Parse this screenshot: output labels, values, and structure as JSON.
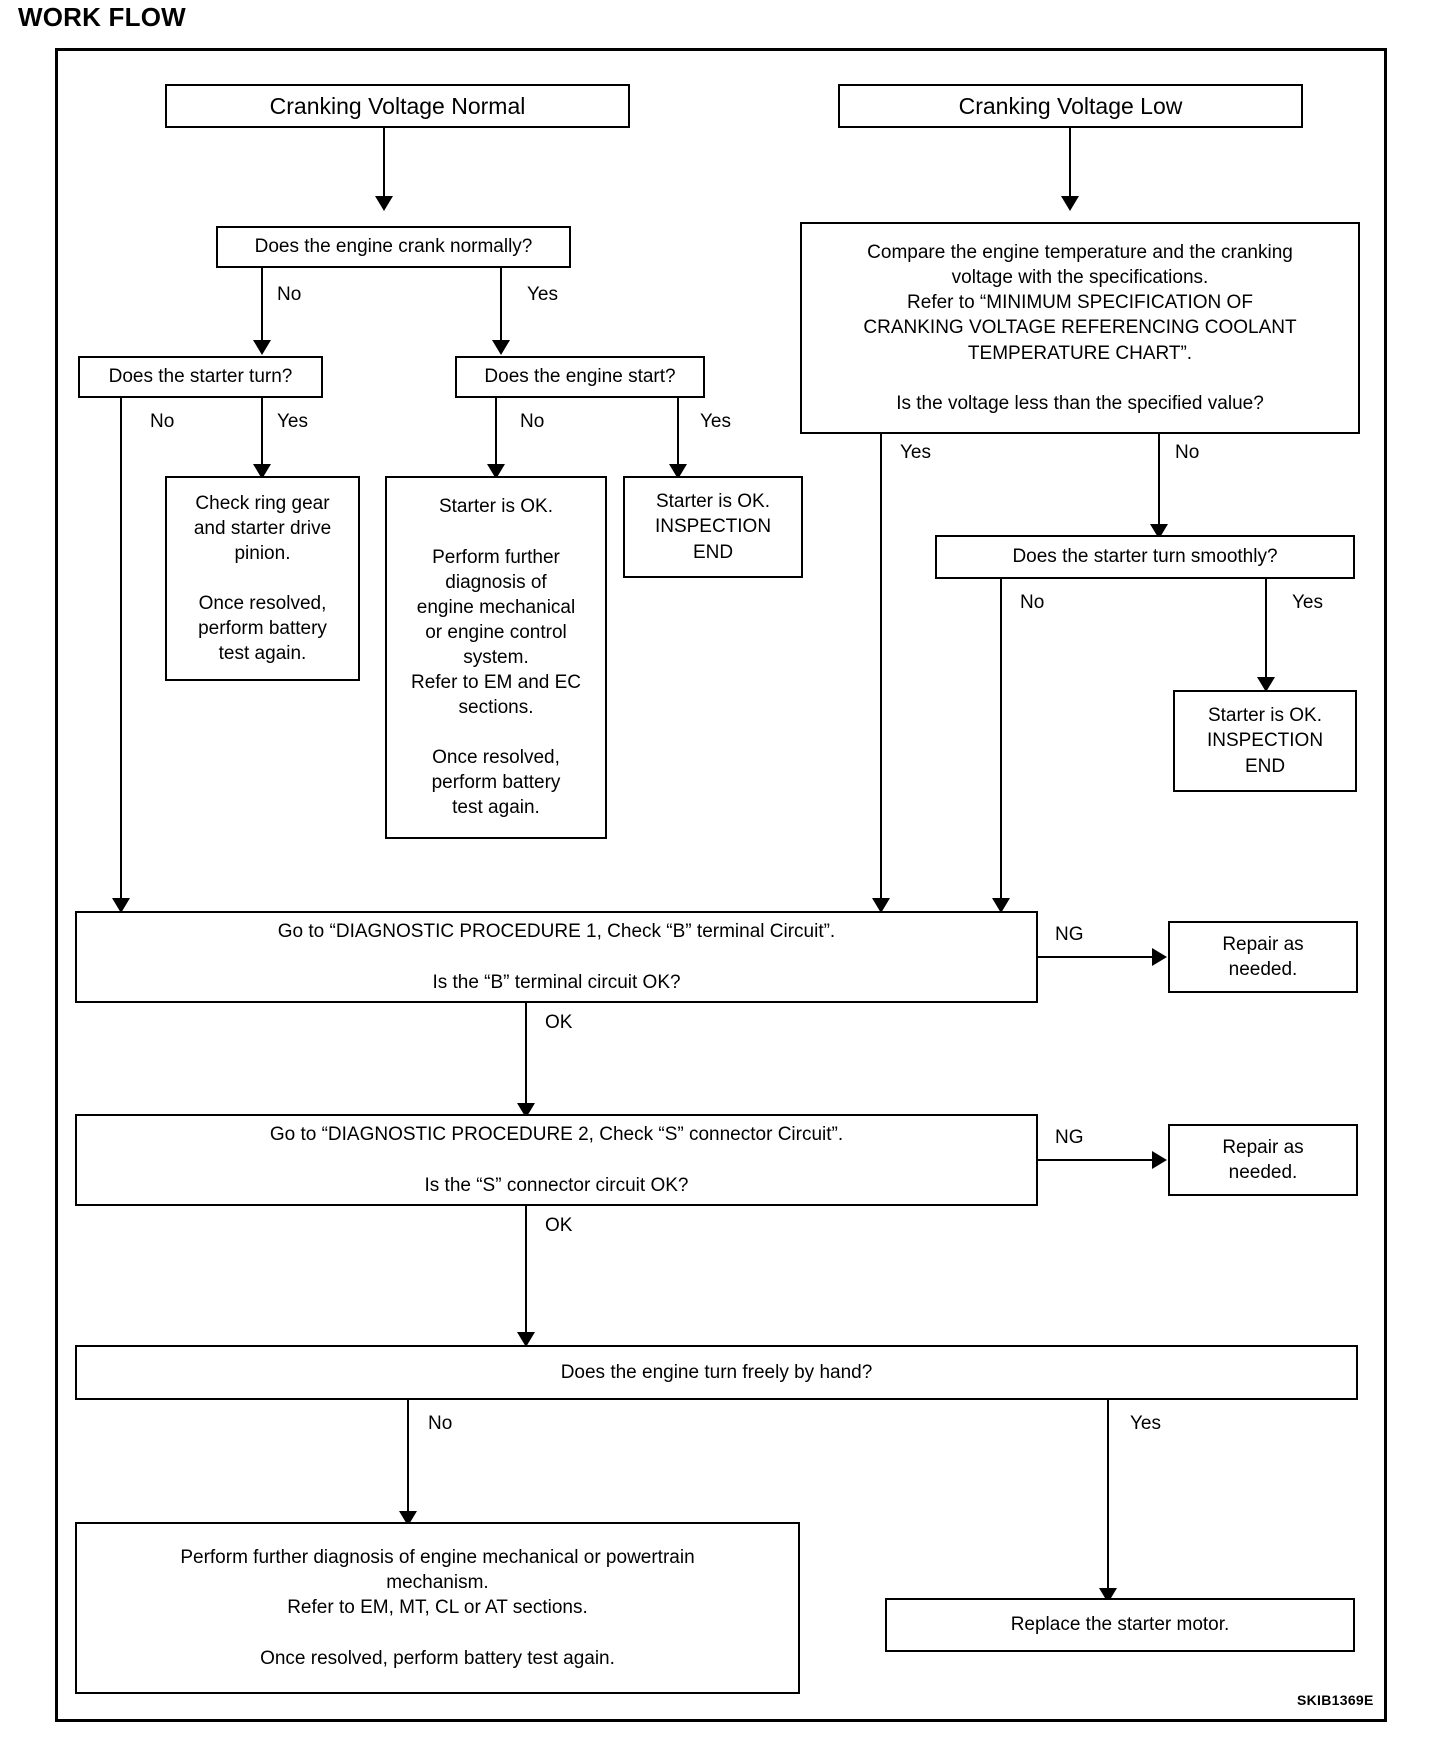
{
  "page": {
    "heading": "WORK FLOW",
    "figure_code": "SKIB1369E"
  },
  "flowchart": {
    "type": "flowchart",
    "nodes": {
      "cranking_voltage_normal": "Cranking Voltage Normal",
      "cranking_voltage_low": "Cranking Voltage Low",
      "engine_crank_normally": "Does the engine crank normally?",
      "compare_temp_voltage": "Compare the engine temperature and the cranking\nvoltage with the specifications.\nRefer to “MINIMUM SPECIFICATION OF\nCRANKING VOLTAGE REFERENCING COOLANT\nTEMPERATURE CHART”.\n\nIs the voltage less than the specified value?",
      "starter_turn": "Does the starter turn?",
      "engine_start": "Does the engine start?",
      "check_ring_gear": "Check ring gear\nand starter drive\npinion.\n\nOnce resolved,\nperform battery\ntest again.",
      "starter_ok_diagnose": "Starter is OK.\n\nPerform further\ndiagnosis of\nengine mechanical\nor engine control\nsystem.\nRefer to EM and EC\nsections.\n\nOnce resolved,\nperform battery\ntest again.",
      "starter_ok_inspection_end_left": "Starter is OK.\nINSPECTION\nEND",
      "starter_turn_smoothly": "Does the starter turn smoothly?",
      "starter_ok_inspection_end_right": "Starter is OK.\nINSPECTION\nEND",
      "diagnostic_procedure_1": "Go to “DIAGNOSTIC PROCEDURE 1, Check “B” terminal Circuit”.\n\nIs the “B” terminal circuit OK?",
      "repair_as_needed_1": "Repair as\nneeded.",
      "diagnostic_procedure_2": "Go to “DIAGNOSTIC PROCEDURE 2, Check “S” connector Circuit”.\n\nIs the “S” connector circuit OK?",
      "repair_as_needed_2": "Repair as\nneeded.",
      "engine_turn_freely": "Does the engine turn freely by hand?",
      "perform_further_diagnosis": "Perform further diagnosis of engine mechanical or powertrain\nmechanism.\nRefer to EM, MT, CL or AT sections.\n\nOnce resolved, perform battery test again.",
      "replace_starter_motor": "Replace the starter motor."
    },
    "edge_labels": {
      "crank_no": "No",
      "crank_yes": "Yes",
      "starter_turn_no": "No",
      "starter_turn_yes": "Yes",
      "engine_start_no": "No",
      "engine_start_yes": "Yes",
      "voltage_yes": "Yes",
      "voltage_no": "No",
      "smoothly_no": "No",
      "smoothly_yes": "Yes",
      "proc1_ng": "NG",
      "proc1_ok": "OK",
      "proc2_ng": "NG",
      "proc2_ok": "OK",
      "turn_freely_no": "No",
      "turn_freely_yes": "Yes"
    }
  }
}
